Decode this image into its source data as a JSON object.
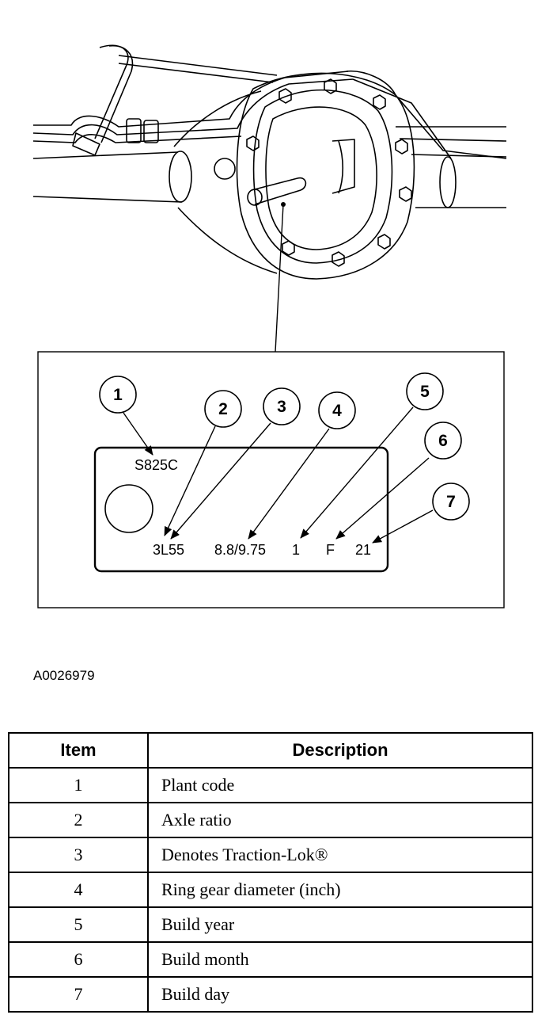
{
  "tag": {
    "plant_code": "S825C",
    "axle_ratio_code": "3L55",
    "ring_gear": "8.8/9.75",
    "build_year": "1",
    "build_month": "F",
    "build_day": "21"
  },
  "callouts": [
    "1",
    "2",
    "3",
    "4",
    "5",
    "6",
    "7"
  ],
  "figure_id": "A0026979",
  "table": {
    "headers": [
      "Item",
      "Description"
    ],
    "rows": [
      {
        "item": "1",
        "description": "Plant code"
      },
      {
        "item": "2",
        "description": "Axle ratio"
      },
      {
        "item": "3",
        "description": "Denotes Traction-Lok®"
      },
      {
        "item": "4",
        "description": "Ring gear diameter (inch)"
      },
      {
        "item": "5",
        "description": "Build year"
      },
      {
        "item": "6",
        "description": "Build month"
      },
      {
        "item": "7",
        "description": "Build day"
      }
    ]
  }
}
